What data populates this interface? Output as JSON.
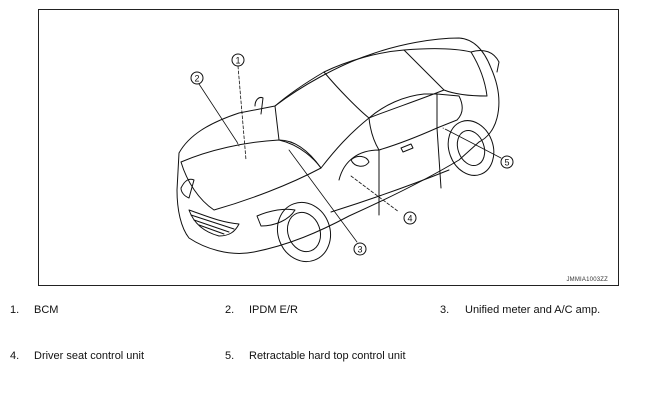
{
  "figure": {
    "code": "JMMIA1003ZZ",
    "callouts": [
      "1",
      "2",
      "3",
      "4",
      "5"
    ]
  },
  "legend": [
    {
      "num": "1.",
      "label": "BCM"
    },
    {
      "num": "2.",
      "label": "IPDM E/R"
    },
    {
      "num": "3.",
      "label": "Unified meter and A/C amp."
    },
    {
      "num": "4.",
      "label": "Driver seat control unit"
    },
    {
      "num": "5.",
      "label": "Retractable hard top control unit"
    }
  ]
}
